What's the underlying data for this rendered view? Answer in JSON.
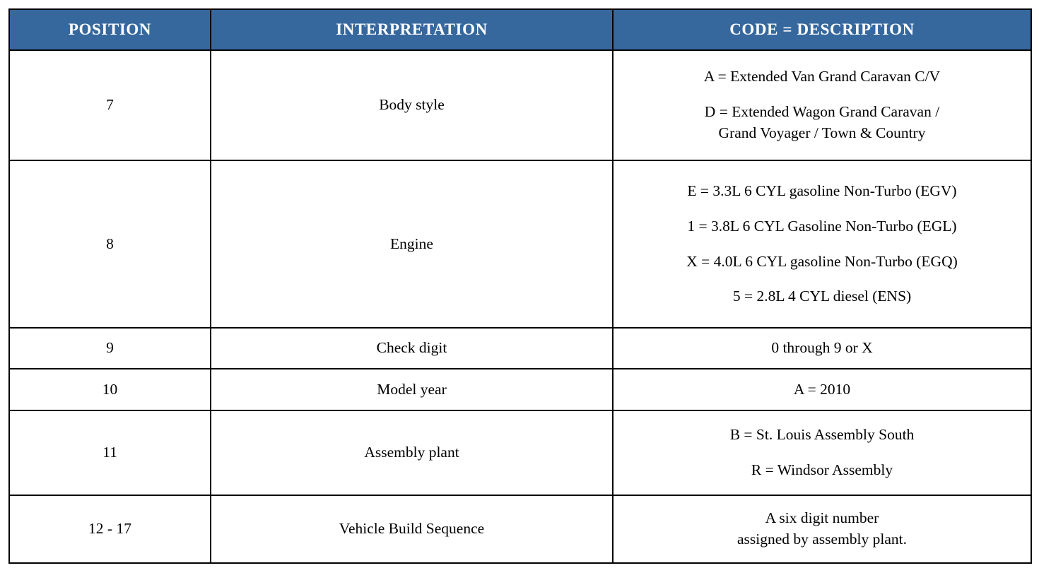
{
  "table": {
    "headers": [
      {
        "label": "POSITION",
        "name": "position"
      },
      {
        "label": "INTERPRETATION",
        "name": "interpretation"
      },
      {
        "label": "CODE = DESCRIPTION",
        "name": "code-description"
      }
    ],
    "header_bg_color": "#36689E",
    "header_text_color": "#FFFFFF",
    "border_color": "#000000",
    "rows": [
      {
        "position": "7",
        "interpretation": "Body style",
        "codes": [
          {
            "line": "A = Extended Van Grand Caravan C/V",
            "sub": ""
          },
          {
            "line": "D = Extended Wagon Grand Caravan /",
            "sub": "Grand Voyager / Town & Country"
          }
        ]
      },
      {
        "position": "8",
        "interpretation": "Engine",
        "codes": [
          {
            "line": "E = 3.3L 6 CYL gasoline Non-Turbo (EGV)",
            "sub": ""
          },
          {
            "line": "1 = 3.8L 6 CYL Gasoline Non-Turbo (EGL)",
            "sub": ""
          },
          {
            "line": "X = 4.0L 6 CYL gasoline Non-Turbo (EGQ)",
            "sub": ""
          },
          {
            "line": "5 = 2.8L 4 CYL diesel (ENS)",
            "sub": ""
          }
        ]
      },
      {
        "position": "9",
        "interpretation": "Check digit",
        "codes": [
          {
            "line": "0 through 9 or X",
            "sub": ""
          }
        ]
      },
      {
        "position": "10",
        "interpretation": "Model year",
        "codes": [
          {
            "line": "A = 2010",
            "sub": ""
          }
        ]
      },
      {
        "position": "11",
        "interpretation": "Assembly plant",
        "codes": [
          {
            "line": "B = St. Louis Assembly South",
            "sub": ""
          },
          {
            "line": "R = Windsor Assembly",
            "sub": ""
          }
        ]
      },
      {
        "position": "12 - 17",
        "interpretation": "Vehicle Build Sequence",
        "codes": [
          {
            "line": "A six digit number",
            "sub": "assigned by assembly plant."
          }
        ]
      }
    ]
  }
}
